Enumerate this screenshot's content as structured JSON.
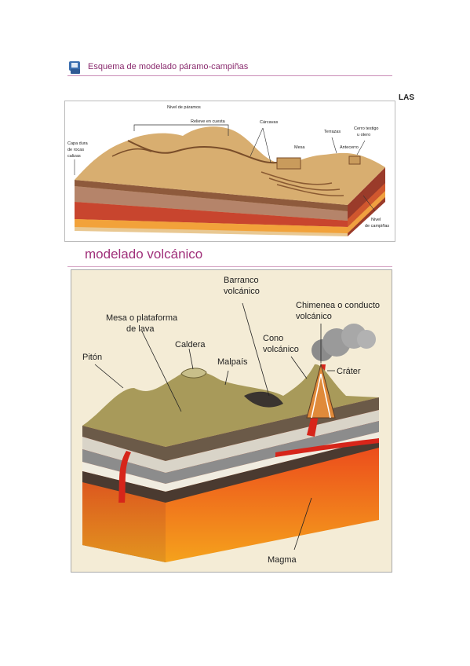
{
  "section1": {
    "title": "Esquema de modelado páramo-campiñas",
    "icon": "book-icon"
  },
  "side_text": "LAS",
  "diagram1": {
    "labels": {
      "nivel_paramos": "Nivel de páramos",
      "relieve_cuesta": "Relieve en cuesta",
      "carcavas": "Cárcavas",
      "terrazas": "Terrazas",
      "cerro_testigo_1": "Cerro testigo",
      "cerro_testigo_2": "u otero",
      "capa_1": "Capa dura",
      "capa_2": "de rocas",
      "capa_3": "calizas",
      "mesa": "Mesa",
      "antecerro": "Antecerro",
      "nivel_campinas_1": "Nivel",
      "nivel_campinas_2": "de campiñas"
    }
  },
  "section2": {
    "title": "modelado volcánico"
  },
  "diagram2": {
    "labels": {
      "barranco_1": "Barranco",
      "barranco_2": "volcánico",
      "chimenea_1": "Chimenea o conducto",
      "chimenea_2": "volcánico",
      "mesa_1": "Mesa o plataforma",
      "mesa_2": "de lava",
      "caldera": "Caldera",
      "cono_1": "Cono",
      "cono_2": "volcánico",
      "piton": "Pitón",
      "malpais": "Malpaís",
      "crater": "Cráter",
      "magma": "Magma"
    }
  }
}
